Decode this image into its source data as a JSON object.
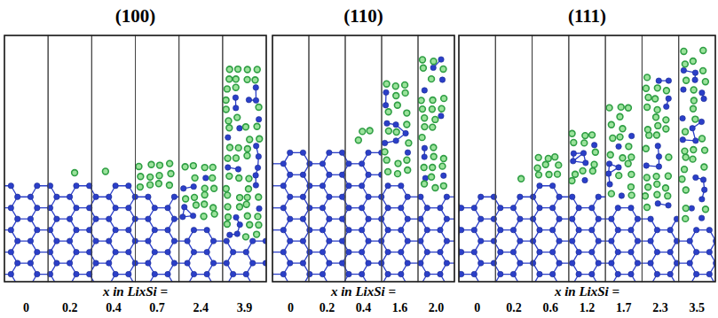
{
  "diagram": {
    "labels": [
      "(100)",
      "(110)",
      "(111)",
      "x in LixSi =",
      "x in LixSi =",
      "x in LixSi =",
      "0",
      "0.2",
      "0.4",
      "0.7",
      "2.4",
      "3.9",
      "0",
      "0.2",
      "0.4",
      "1.6",
      "2.0",
      "0",
      "0.2",
      "0.6",
      "1.2",
      "1.7",
      "2.3",
      "3.5"
    ]
  }
}
